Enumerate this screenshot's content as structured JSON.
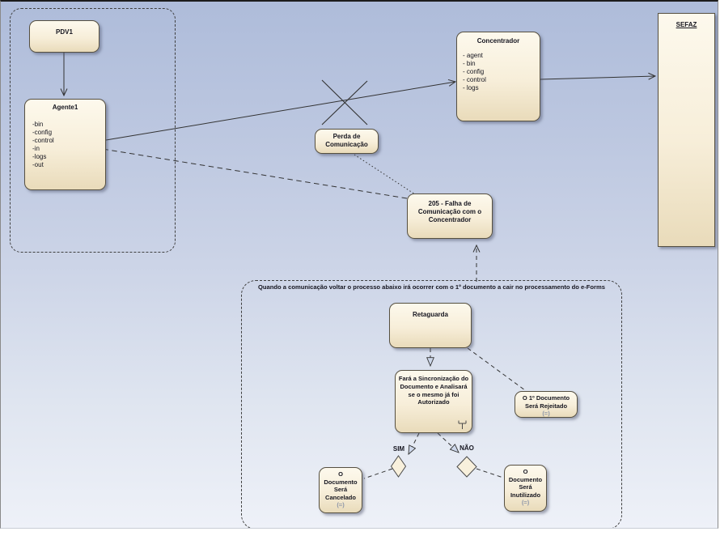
{
  "canvas": {
    "background_top": "#aebcda",
    "background_bottom": "#eef1f8",
    "node_fill_top": "#fdf9ed",
    "node_fill_bottom": "#e9dbba",
    "node_border": "#565041",
    "connector_color": "#333333",
    "muted_text_color": "#8d96a8"
  },
  "groups": {
    "process_boundary": {
      "note": "Quando a comunicação voltar o processo abaixo irá ocorrer com o 1º documento a cair no processamento do e-Forms"
    }
  },
  "nodes": {
    "pdv1": {
      "title": "PDV1"
    },
    "agente1": {
      "title": "Agente1",
      "items": [
        "-bin",
        "-config",
        "-control",
        "-in",
        "-logs",
        "-out"
      ]
    },
    "concentrador": {
      "title": "Concentrador",
      "items": [
        "- agent",
        "- bin",
        "- config",
        "- control",
        "- logs"
      ]
    },
    "sefaz": {
      "title": "SEFAZ"
    },
    "perda_comunicacao": {
      "label": "Perda de\nComunicação"
    },
    "falha_205": {
      "label": "205 - Falha de\nComunicação com o\nConcentrador"
    },
    "retaguarda": {
      "title": "Retaguarda"
    },
    "sincronizacao": {
      "label": "Fará a Sincronização do\nDocumento e Analisará\nse o mesmo já foi\nAutorizado"
    },
    "rejeitado": {
      "label": "O 1º Documento\nSerá Rejeitado",
      "suffix": "(=)"
    },
    "cancelado": {
      "label": "O\nDocumento\nSerá\nCancelado",
      "suffix": "(=)"
    },
    "inutilizado": {
      "label": "O\nDocumento\nSerá\nInutilizado",
      "suffix": "(=)"
    }
  },
  "decision_labels": {
    "sim": "SIM",
    "nao": "NÃO"
  }
}
